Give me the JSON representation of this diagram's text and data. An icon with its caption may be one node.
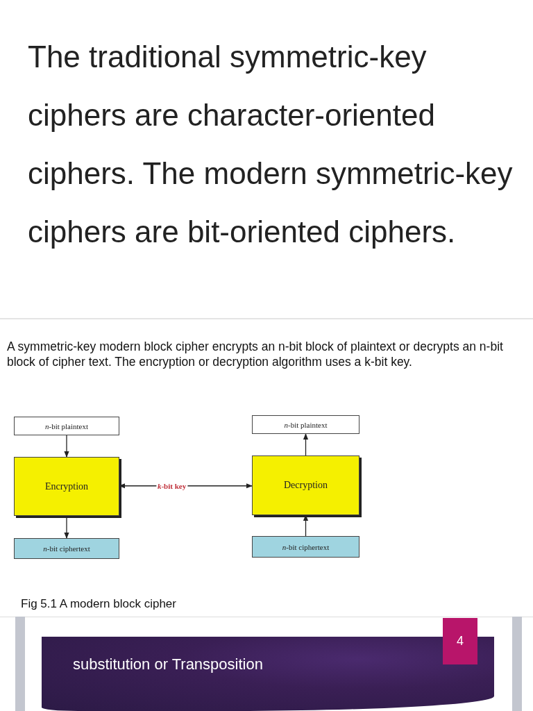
{
  "diagram": {
    "title": "The traditional symmetric-key ciphers are character-oriented ciphers. The modern symmetric-key ciphers are bit-oriented ciphers.",
    "nodes": [
      {
        "text": [
          "*n*-bit plaintext"
        ]
      },
      {
        "text": [
          "Encryption"
        ]
      },
      {
        "text": [
          "*n*-bit ciphertext"
        ]
      },
      {
        "text": [
          "*n*-bit plaintext"
        ]
      },
      {
        "text": [
          "Decryption"
        ]
      },
      {
        "text": [
          "*n*-bit ciphertext"
        ]
      }
    ],
    "edges": [
      {
        "from": 0,
        "to": 1,
        "arrow": "to"
      },
      {
        "from": 1,
        "to": 2,
        "arrow": "to"
      },
      {
        "from": 5,
        "to": 4,
        "arrow": "to"
      },
      {
        "from": 4,
        "to": 3,
        "arrow": "to"
      },
      {
        "from": 1,
        "to": 4,
        "arrow": "both",
        "label": "*k*-bit key"
      }
    ],
    "labels": [
      "A symmetric-key modern block cipher encrypts an n-bit block of plaintext or decrypts an n-bit block of cipher text. The encryption or decryption algorithm uses a k-bit key.",
      "Fig 5.1 A modern block cipher",
      "4",
      "substitution or Transposition"
    ]
  }
}
